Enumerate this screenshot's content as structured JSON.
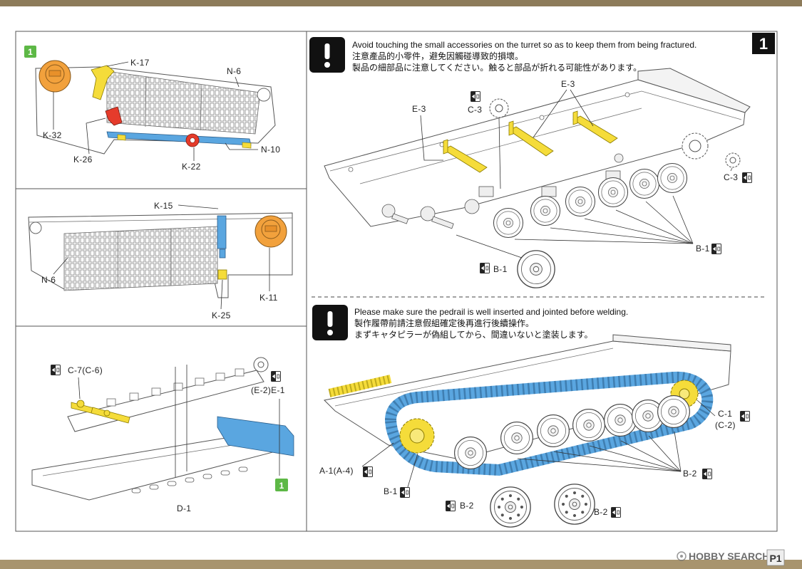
{
  "step_number": "1",
  "panel_top": {
    "badge": "1",
    "labels": {
      "k17": "K-17",
      "n6": "N-6",
      "k32": "K-32",
      "k26": "K-26",
      "k22": "K-22",
      "n10": "N-10"
    }
  },
  "panel_mid": {
    "labels": {
      "k15": "K-15",
      "n6": "N-6",
      "k11": "K-11",
      "k25": "K-25"
    }
  },
  "panel_bottom": {
    "badge": "1",
    "labels": {
      "c7": "C-7(C-6)",
      "e1": "(E-2)E-1",
      "d1": "D-1"
    }
  },
  "section_turret": {
    "warning_en": "Avoid touching the small accessories on the turret so as to keep them from being fractured.",
    "warning_zh": "注意產品的小零件，避免因觸碰導致的損壞。",
    "warning_ja": "製品の細部品に注意してください。触ると部品が折れる可能性があります。",
    "labels": {
      "e3_left": "E-3",
      "c3_top": "C-3",
      "e3_top": "E-3",
      "c3_right": "C-3",
      "b1_right": "B-1",
      "b1_left": "B-1"
    }
  },
  "section_track": {
    "warning_en": "Please make sure the pedrail is well inserted and jointed before welding.",
    "warning_zh": "製作履帶前請注意假組確定後再進行後續操作。",
    "warning_ja": "まずキャタピラーが偽組してから、間違いないと塗装します。",
    "labels": {
      "c1": "C-1",
      "c2": "(C-2)",
      "a1": "A-1(A-4)",
      "b1": "B-1",
      "b2_right": "B-2",
      "b2_left": "B-2",
      "b2_bottom": "B-2"
    }
  },
  "footer": {
    "watermark": "HOBBY SEARCH",
    "page": "P1"
  },
  "colors": {
    "part_orange": "#f2a13c",
    "part_yellow": "#f5dc3a",
    "part_blue": "#5aa6e0",
    "part_red": "#e53b2b",
    "badge_green": "#5db846",
    "band": "#8d7b5a"
  }
}
